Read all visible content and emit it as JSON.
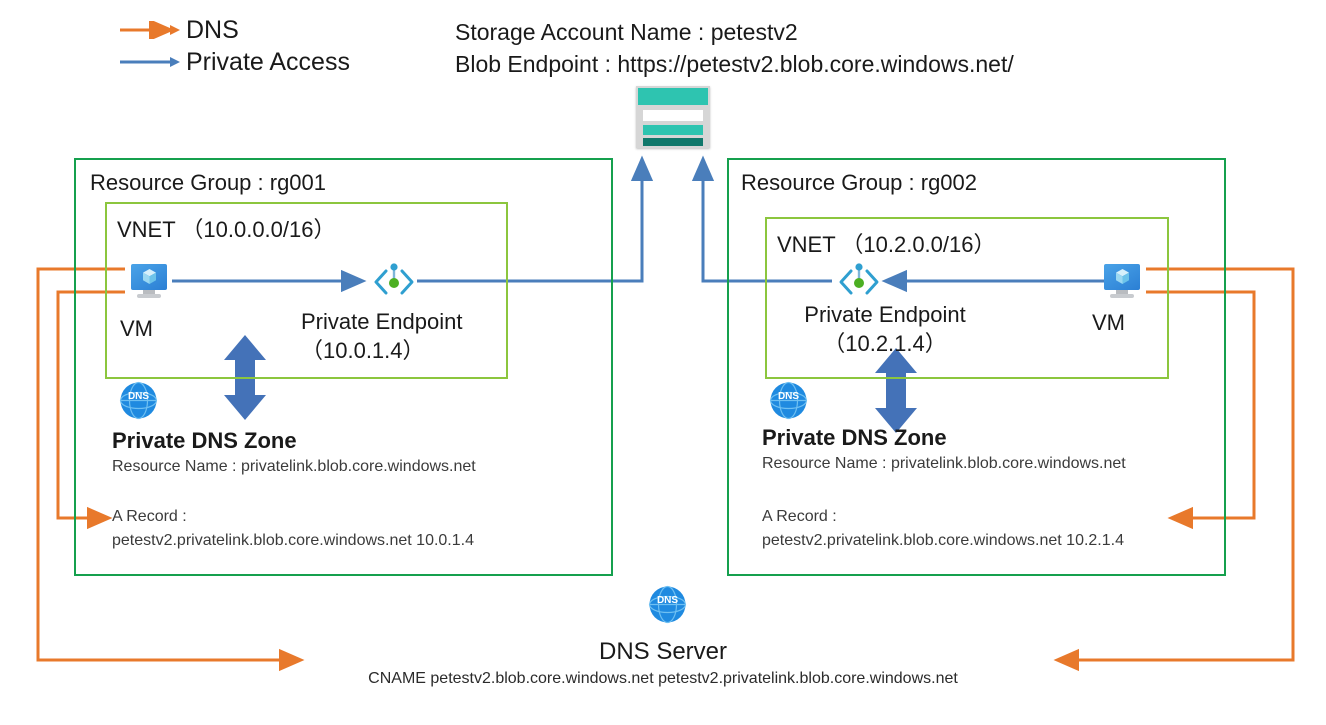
{
  "legend": {
    "items": [
      {
        "label": "DNS",
        "color": "#e8792b",
        "icon": "arrow-right-icon"
      },
      {
        "label": "Private Access",
        "color": "#4a7ebb",
        "icon": "arrow-right-icon"
      }
    ]
  },
  "storage": {
    "icon": "storage-account-icon",
    "account_line": "Storage Account Name : petestv2",
    "endpoint_line": "Blob Endpoint : https://petestv2.blob.core.windows.net/",
    "header_color": "#2ec4b0"
  },
  "resource_groups": [
    {
      "title": "Resource Group : rg001",
      "border_color": "#15a04e",
      "vnet": {
        "title": "VNET （10.0.0.0/16）",
        "border_color": "#8cc63e",
        "vm": {
          "label": "VM",
          "icon": "virtual-machine-icon"
        },
        "private_endpoint": {
          "icon": "private-endpoint-icon",
          "label": "Private Endpoint",
          "address": "（10.0.1.4）"
        }
      },
      "private_dns_zone": {
        "icon": "dns-globe-icon",
        "title": "Private DNS Zone",
        "resource_name": "Resource Name : privatelink.blob.core.windows.net",
        "a_record_label": "A Record :",
        "a_record_value": "petestv2.privatelink.blob.core.windows.net 10.0.1.4"
      }
    },
    {
      "title": "Resource Group : rg002",
      "border_color": "#15a04e",
      "vnet": {
        "title": "VNET （10.2.0.0/16）",
        "border_color": "#8cc63e",
        "vm": {
          "label": "VM",
          "icon": "virtual-machine-icon"
        },
        "private_endpoint": {
          "icon": "private-endpoint-icon",
          "label": "Private Endpoint",
          "address": "（10.2.1.4）"
        }
      },
      "private_dns_zone": {
        "icon": "dns-globe-icon",
        "title": "Private DNS Zone",
        "resource_name": "Resource Name : privatelink.blob.core.windows.net",
        "a_record_label": "A Record :",
        "a_record_value": "petestv2.privatelink.blob.core.windows.net 10.2.1.4"
      }
    }
  ],
  "dns_server": {
    "icon": "dns-globe-icon",
    "label": "DNS Server",
    "cname": "CNAME petestv2.blob.core.windows.net petestv2.privatelink.blob.core.windows.net"
  },
  "colors": {
    "dns_orange": "#e8792b",
    "private_blue": "#4a7ebb",
    "rg_green": "#15a04e",
    "vnet_green": "#8cc63e",
    "storage_teal": "#2ec4b0",
    "dns_globe_blue": "#1f8ae0"
  }
}
